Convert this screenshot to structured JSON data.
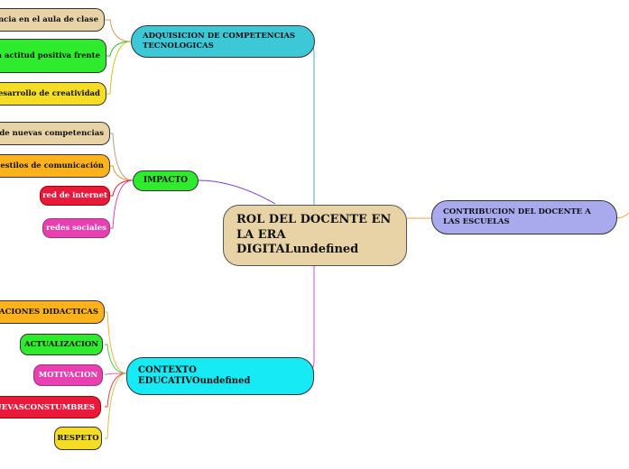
{
  "colors": {
    "tan": "#e8d3a6",
    "green": "#2eeb2e",
    "yellow": "#f5dd25",
    "orange": "#ffb21c",
    "red": "#e8193a",
    "magenta": "#e840b0",
    "teal": "#3dc8d8",
    "lavender": "#a9a9ee",
    "cyan": "#15eaf5"
  },
  "root": {
    "label": "ROL DEL DOCENTE EN LA ERA DIGITALundefined"
  },
  "branches": {
    "adquisicion": "ADQUISICION DE COMPETENCIAS TECNOLOGICAS",
    "impacto": "IMPACTO",
    "contexto": "CONTEXTO EDUCATIVOundefined",
    "contribucion": "CONTRIBUCION DEL DOCENTE A LAS ESCUELAS"
  },
  "adquisicion_children": [
    "iencia en el aula de clase",
    "a actitud positiva frente",
    "desarrollo de creatividad"
  ],
  "impacto_children": [
    "o de  nuevas competencias",
    "s estilos de comunicación",
    "red de internet",
    "redes sociales"
  ],
  "contexto_children": [
    "EACIONES DIDACTICAS",
    "ACTUALIZACION",
    "MOTIVACION",
    "NUEVASCONSTUMBRES",
    "RESPETO"
  ]
}
